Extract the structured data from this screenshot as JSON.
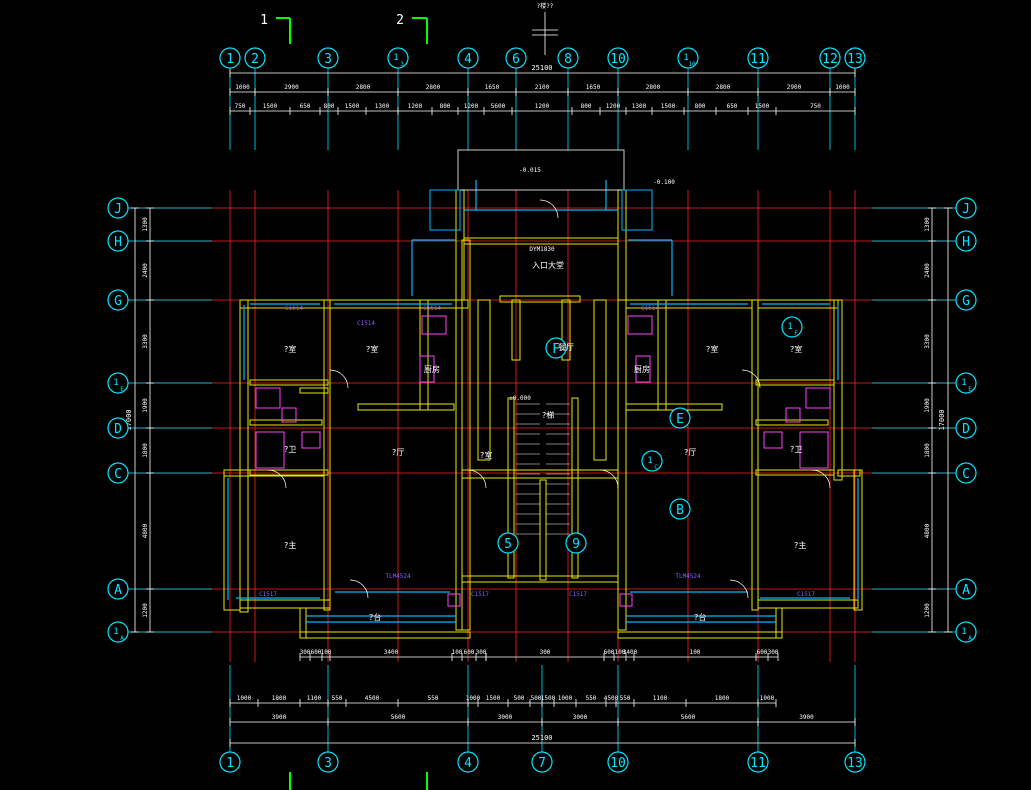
{
  "colors": {
    "background": "#000000",
    "axis_bubble": "#00e5ff",
    "dimension": "#ffffff",
    "grid_red": "#ff2020",
    "wall": "#e8e800",
    "window": "#00b7ff",
    "room_label": "#ffffff",
    "tag_magenta": "#ff40ff",
    "tag_purple": "#8b5cff",
    "green": "#00ff00"
  },
  "section_marks": {
    "left": "1",
    "right": "2"
  },
  "top_axes": [
    "1",
    "2",
    "3",
    "1/3",
    "4",
    "6",
    "8",
    "10",
    "1/10",
    "11",
    "12",
    "13"
  ],
  "bottom_axes": [
    "1",
    "3",
    "4",
    "7",
    "10",
    "11",
    "13"
  ],
  "side_axes": [
    "J",
    "H",
    "G",
    "1/E",
    "D",
    "C",
    "A",
    "1/A"
  ],
  "plan_axes": [
    "F",
    "E",
    "1/C",
    "B",
    "5",
    "9",
    "1/F"
  ],
  "top_total": "25100",
  "bottom_total": "25100",
  "top_dims_row1": [
    "1000",
    "2900",
    "2800",
    "2800",
    "1650",
    "2100",
    "1650",
    "2800",
    "2800",
    "2900",
    "1000"
  ],
  "top_dims_row2": [
    "750",
    "1500",
    "650",
    "800",
    "1500",
    "1300",
    "1200",
    "800",
    "1200",
    "5600",
    "1200",
    "800",
    "1200",
    "1300",
    "1500",
    "800",
    "650",
    "1500",
    "750"
  ],
  "bottom_dims_row1": [
    "1000",
    "1800",
    "1100",
    "550",
    "4500",
    "550",
    "1000",
    "1500",
    "500",
    "500",
    "1500",
    "1000",
    "550",
    "4500",
    "550",
    "1100",
    "1800",
    "1000"
  ],
  "bottom_dims_row2": [
    "3900",
    "5600",
    "3000",
    "3000",
    "5600",
    "3900"
  ],
  "bottom_dims_row3": [
    "300",
    "600",
    "100",
    "3400",
    "100",
    "600",
    "300",
    "300",
    "600",
    "100",
    "3400",
    "100",
    "600",
    "300"
  ],
  "side_dims_outer": [
    "1300",
    "2400",
    "3300",
    "1900",
    "1800",
    "4800",
    "1200"
  ],
  "side_total": "17000",
  "rooms": [
    {
      "text": "?室"
    },
    {
      "text": "?室"
    },
    {
      "text": "厨房"
    },
    {
      "text": "厨房"
    },
    {
      "text": "?室"
    },
    {
      "text": "?室"
    },
    {
      "text": "?厅"
    },
    {
      "text": "餐厅"
    },
    {
      "text": "?厅"
    },
    {
      "text": "?主"
    },
    {
      "text": "?主"
    },
    {
      "text": "?卫"
    },
    {
      "text": "?卫"
    },
    {
      "text": "?台"
    },
    {
      "text": "?台"
    },
    {
      "text": "入口大堂"
    },
    {
      "text": "?梯"
    },
    {
      "text": "?室"
    }
  ],
  "tags": [
    {
      "text": "C1514"
    },
    {
      "text": "C1514"
    },
    {
      "text": "C1514"
    },
    {
      "text": "C1514"
    },
    {
      "text": "C1517"
    },
    {
      "text": "C1517"
    },
    {
      "text": "C1517"
    },
    {
      "text": "C1517"
    },
    {
      "text": "TLM4524"
    },
    {
      "text": "TLM4524"
    },
    {
      "text": "DYM1830"
    },
    {
      "text": "-0.100"
    },
    {
      "text": "-0.015"
    },
    {
      "text": "±0.000"
    }
  ],
  "top_note": "?楼??"
}
